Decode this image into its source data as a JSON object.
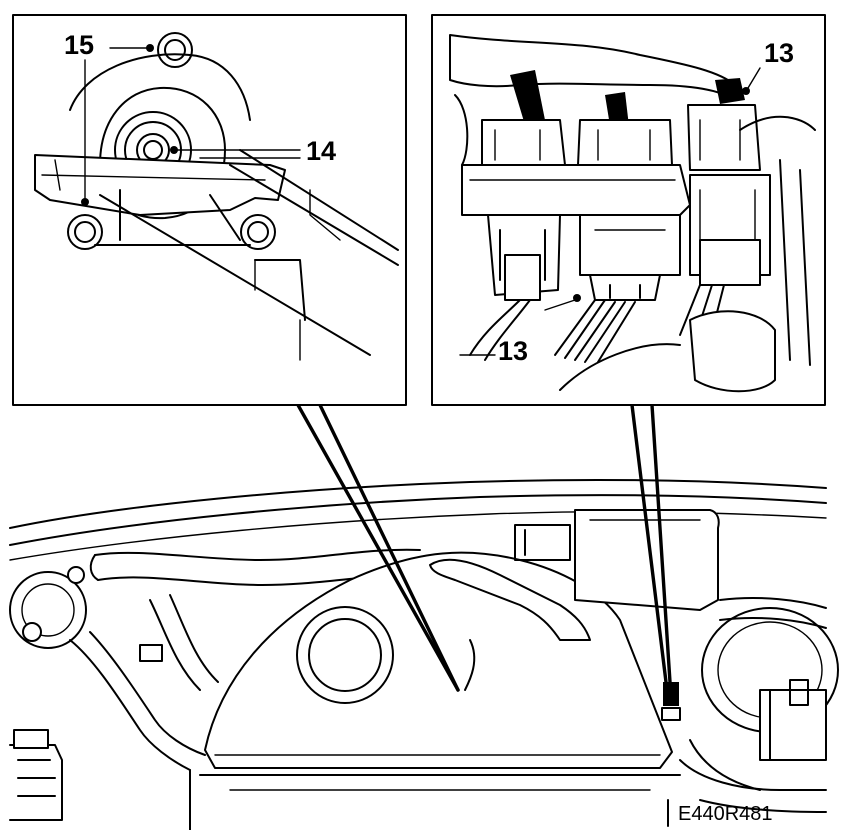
{
  "figure_code": "E440R481",
  "callouts": {
    "left_top": "15",
    "left_center": "14",
    "right_top": "13",
    "right_bottom": "13"
  },
  "colors": {
    "ink": "#000000",
    "paper": "#ffffff"
  }
}
